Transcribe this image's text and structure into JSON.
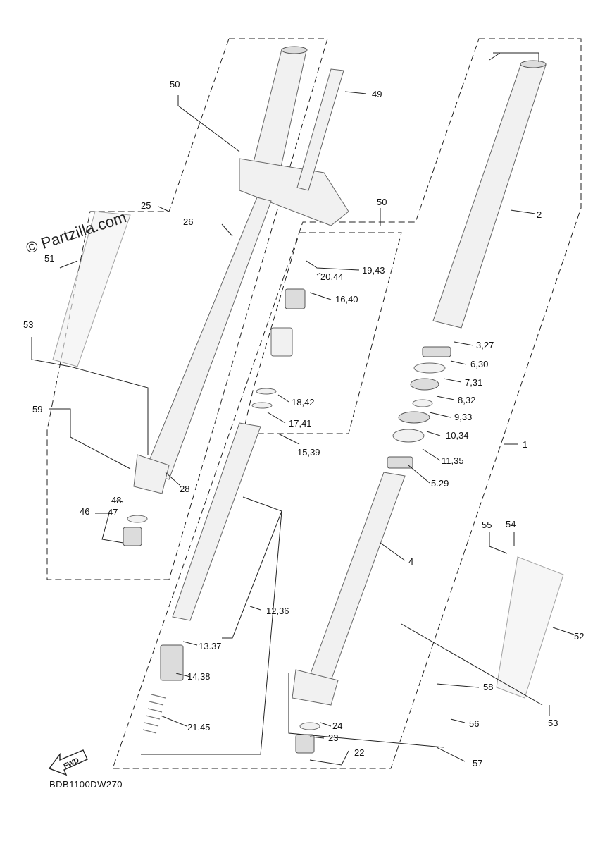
{
  "watermark": "© Partzilla.com",
  "diagram_code": "BDB1100DW270",
  "fwd_label": "FWD",
  "callouts": {
    "c1": "1",
    "c2": "2",
    "c3_27": "3,27",
    "c4": "4",
    "c5_29": "5.29",
    "c6_30": "6,30",
    "c7_31": "7,31",
    "c8_32": "8,32",
    "c9_33": "9,33",
    "c10_34": "10,34",
    "c11_35": "11,35",
    "c12_36": "12,36",
    "c13_37": "13.37",
    "c14_38": "14,38",
    "c15_39": "15,39",
    "c16_40": "16,40",
    "c17_41": "17,41",
    "c18_42": "18,42",
    "c19_43": "19,43",
    "c20_44": "20,44",
    "c21_45": "21.45",
    "c22": "22",
    "c23": "23",
    "c24": "24",
    "c25": "25",
    "c26": "26",
    "c28": "28",
    "c46": "46",
    "c47": "47",
    "c48": "48",
    "c49": "49",
    "c50_top": "50",
    "c50_mid": "50",
    "c51": "51",
    "c52": "52",
    "c53_left": "53",
    "c53_right": "53",
    "c54": "54",
    "c55": "55",
    "c56": "56",
    "c57": "57",
    "c58": "58",
    "c59": "59"
  }
}
